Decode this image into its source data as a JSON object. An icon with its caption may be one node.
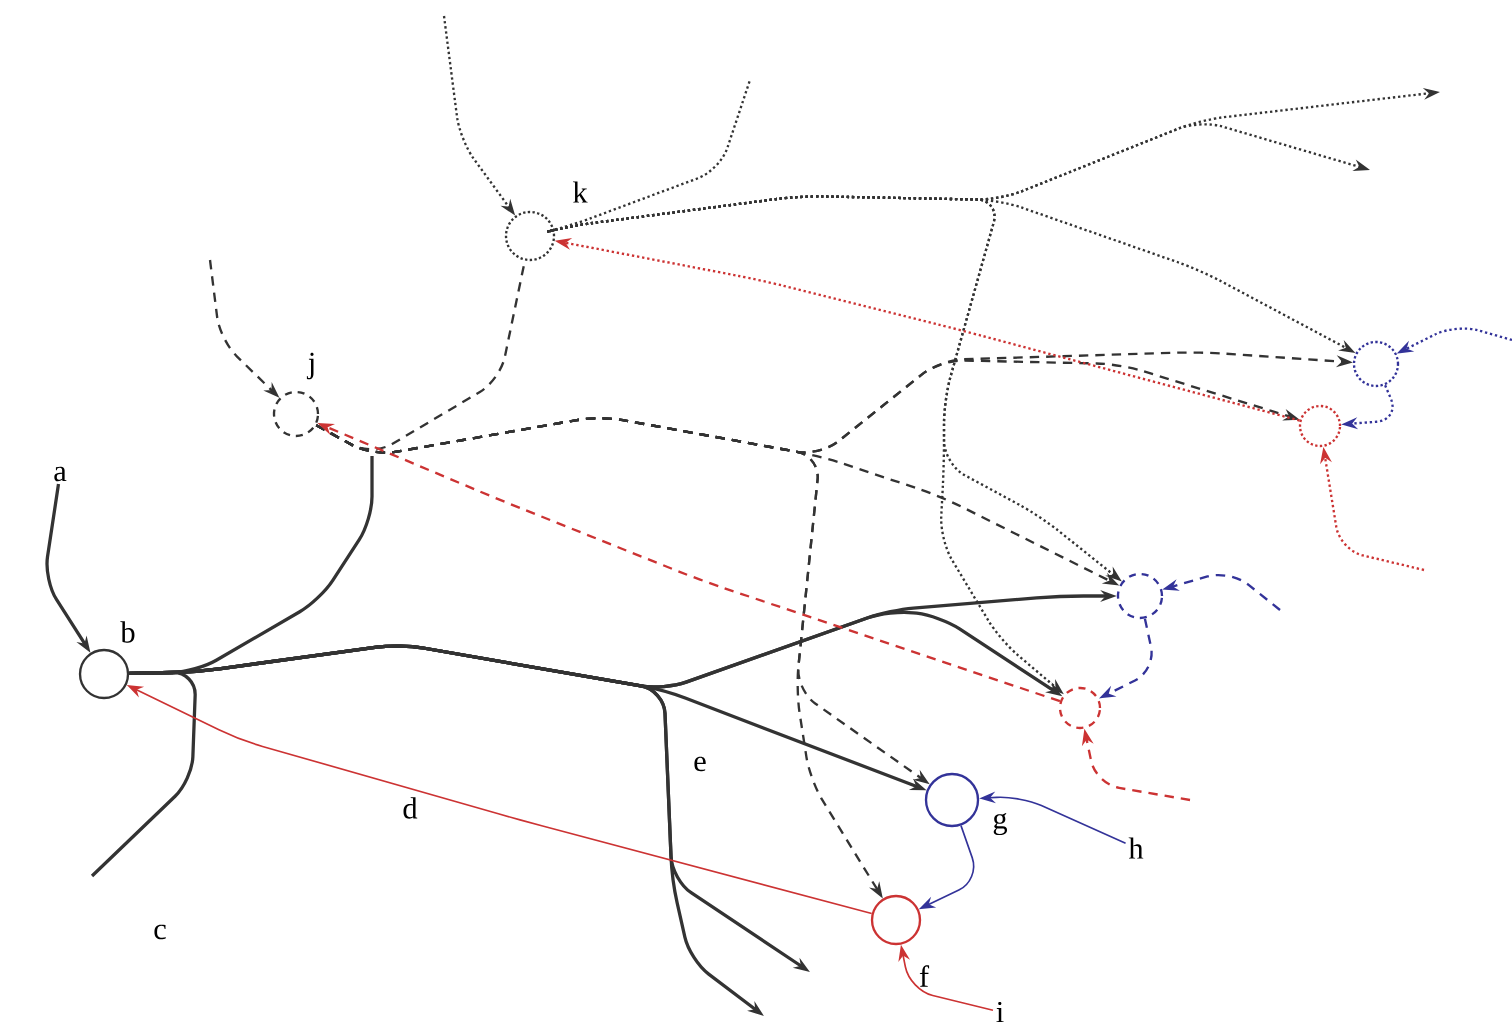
{
  "diagram": {
    "nodes": [
      {
        "text": [],
        "shape": "circle",
        "beside": [
          "b"
        ]
      },
      {
        "text": [],
        "shape": "circle",
        "beside": [
          "j"
        ]
      },
      {
        "text": [],
        "shape": "circle",
        "beside": [
          "k"
        ]
      },
      {
        "text": [],
        "shape": "circle"
      },
      {
        "text": [],
        "shape": "circle"
      },
      {
        "text": [],
        "shape": "circle"
      },
      {
        "text": [],
        "shape": "circle"
      },
      {
        "text": [],
        "shape": "circle",
        "beside": [
          "g"
        ]
      },
      {
        "text": [],
        "shape": "circle",
        "beside": [
          "f"
        ]
      },
      {
        "text": [
          "a"
        ]
      },
      {
        "text": [
          "h"
        ]
      },
      {
        "text": [
          "i"
        ]
      }
    ],
    "edges": [
      {
        "from": 9,
        "to": 0,
        "arrow": "to"
      },
      {
        "from": 0,
        "to": null,
        "arrow": "none"
      },
      {
        "from": 0,
        "to": 5,
        "arrow": "to"
      },
      {
        "from": 0,
        "to": 6,
        "arrow": "to"
      },
      {
        "from": 0,
        "to": 7,
        "arrow": "to"
      },
      {
        "from": 0,
        "to": null,
        "arrow": "to"
      },
      {
        "from": 0,
        "to": null,
        "arrow": "to"
      },
      {
        "from": 0,
        "to": null,
        "arrow": "none"
      },
      {
        "from": 1,
        "to": 3,
        "arrow": "to",
        "style": "dashed"
      },
      {
        "from": 1,
        "to": 4,
        "arrow": "to",
        "style": "dashed"
      },
      {
        "from": 1,
        "to": 5,
        "arrow": "to",
        "style": "dashed"
      },
      {
        "from": 1,
        "to": 7,
        "arrow": "to",
        "style": "dashed"
      },
      {
        "from": 1,
        "to": 8,
        "arrow": "to",
        "style": "dashed"
      },
      {
        "from": 1,
        "to": 2,
        "arrow": "none",
        "style": "dashed"
      },
      {
        "from": null,
        "to": 1,
        "arrow": "to",
        "style": "dashed"
      },
      {
        "from": 2,
        "to": 3,
        "arrow": "to",
        "style": "dashed"
      },
      {
        "from": 2,
        "to": null,
        "arrow": "to",
        "style": "dashed"
      },
      {
        "from": 2,
        "to": null,
        "arrow": "to",
        "style": "dashed"
      },
      {
        "from": 2,
        "to": null,
        "arrow": "none",
        "style": "dashed"
      },
      {
        "from": 2,
        "to": 5,
        "arrow": "to",
        "style": "dashed"
      },
      {
        "from": 2,
        "to": 6,
        "arrow": "to",
        "style": "dashed"
      },
      {
        "from": null,
        "to": 2,
        "arrow": "to",
        "style": "dashed"
      },
      {
        "from": 8,
        "to": 0,
        "arrow": "to",
        "label": "d",
        "color": "#cc3333"
      },
      {
        "from": 6,
        "to": 1,
        "arrow": "to",
        "style": "dashed",
        "color": "#cc3333"
      },
      {
        "from": 4,
        "to": 2,
        "arrow": "to",
        "style": "dashed",
        "color": "#cc3333"
      },
      {
        "from": 7,
        "to": 8,
        "arrow": "to",
        "color": "#333399"
      },
      {
        "from": 10,
        "to": 7,
        "arrow": "to",
        "color": "#333399"
      },
      {
        "from": 11,
        "to": 8,
        "arrow": "to",
        "color": "#cc3333"
      },
      {
        "from": 5,
        "to": 6,
        "arrow": "to",
        "style": "dashed",
        "color": "#333399"
      },
      {
        "from": null,
        "to": 5,
        "arrow": "to",
        "style": "dashed",
        "color": "#333399"
      },
      {
        "from": null,
        "to": 6,
        "arrow": "to",
        "style": "dashed",
        "color": "#cc3333"
      },
      {
        "from": 3,
        "to": 4,
        "arrow": "to",
        "style": "dashed",
        "color": "#333399"
      },
      {
        "from": null,
        "to": 3,
        "arrow": "to",
        "style": "dashed",
        "color": "#333399"
      },
      {
        "from": null,
        "to": 4,
        "arrow": "to",
        "style": "dashed",
        "color": "#cc3333"
      }
    ],
    "labels": [
      "c",
      "e"
    ]
  }
}
